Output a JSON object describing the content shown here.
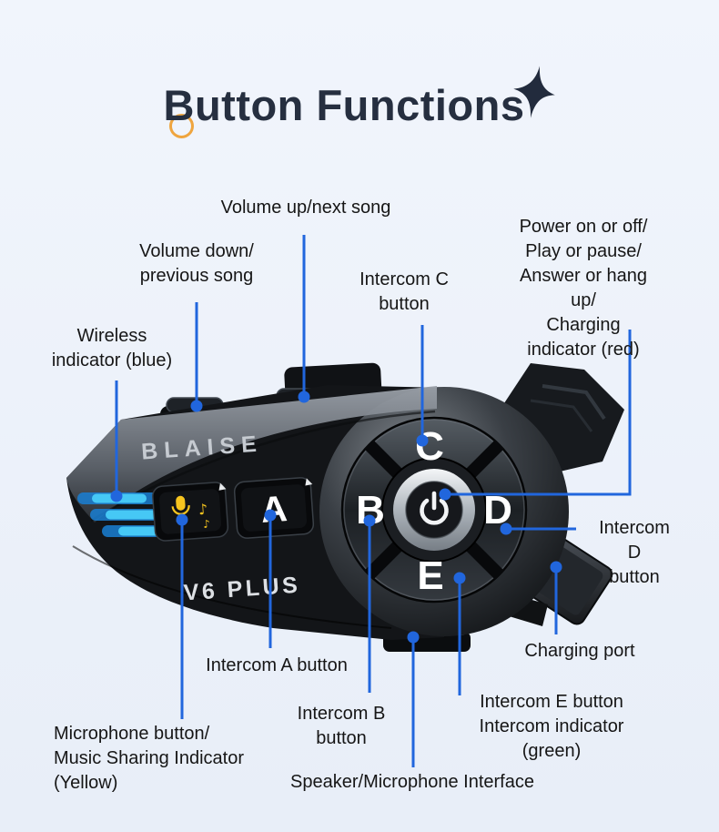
{
  "title": {
    "text": "Button Functions",
    "ink_color": "#262f40",
    "ring_color": "#efa53f",
    "sparkle_icon": "four-point-star"
  },
  "device": {
    "brand": "BLAISE",
    "model": "V6 PLUS",
    "button_letters": {
      "a": "A",
      "b": "B",
      "c": "C",
      "d": "D",
      "e": "E"
    },
    "power_icon": "power-symbol",
    "mic_music_icon": "microphone-with-notes",
    "music_note_glyph": "♪",
    "led_blue": "#46c8f5",
    "led_deep_blue": "#1a7fd4",
    "mic_icon_yellow": "#f6c41f"
  },
  "annotation": {
    "line_color": "#2166dd"
  },
  "labels": {
    "volume_up": {
      "text": "Volume up/next song"
    },
    "volume_down": {
      "text": "Volume down/\nprevious song"
    },
    "wireless": {
      "text": "Wireless\nindicator (blue)"
    },
    "intercom_c": {
      "text": "Intercom C\nbutton"
    },
    "power": {
      "text": "Power on or off/\nPlay or pause/\nAnswer or hang up/\nCharging indicator (red)"
    },
    "intercom_d": {
      "text": "Intercom D\nbutton"
    },
    "charging_port": {
      "text": "Charging port"
    },
    "intercom_a": {
      "text": "Intercom A button"
    },
    "intercom_b": {
      "text": "Intercom B\nbutton"
    },
    "microphone": {
      "text": "Microphone button/\nMusic Sharing Indicator\n(Yellow)"
    },
    "intercom_e": {
      "text": "Intercom E button\nIntercom indicator (green)"
    },
    "speaker": {
      "text": "Speaker/Microphone Interface"
    }
  }
}
